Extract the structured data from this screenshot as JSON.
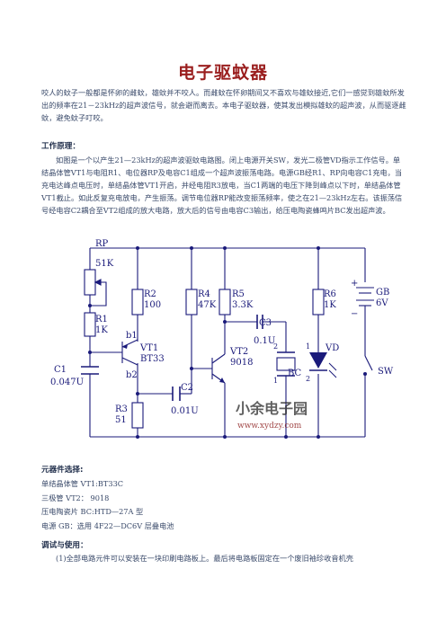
{
  "title": "电子驱蚊器",
  "intro": "咬人的蚊子一般都是怀卵的雌蚊，雄蚊并不咬人。而雌蚊在怀卵期间又不喜欢与雄蚊接近,它们一感觉到雄蚊所发出的频率在21－23kHz的超声波信号，就会避而离去。本电子驱蚊器，使其发出模拟雄蚊的超声波，从而驱逐雌蚊，避免蚊子叮咬。",
  "principle": {
    "heading": "工作原理：",
    "text": "如图是一个以产生21—23kHz的超声波驱蚊电路图。闭上电源开关SW，发光二极管VD指示工作信号。单结晶体管VT1与电阻R1、电位器RP及电容C1组成一个超声波振荡电路。电源GB经R1、RP向电容C1充电，当充电达峰点电压时，单结晶体管VT1开启，并经电阻R3放电，当C1两端的电压下降到峰点以下时，单结晶体管VT1截止。如此反复充电放电，产生振荡。调节电位器RP能改变振荡频率，使之在21—23kHz左右。该振荡信号经电容C2耦合至VT2组成的放大电路，放大后的信号由电容C3输出，给压电陶瓷蜂鸣片BC发出超声波。"
  },
  "circuit": {
    "labels": {
      "rp": "RP",
      "rp_val": "51K",
      "r1": "R1",
      "r1_val": "1K",
      "c1": "C1",
      "c1_val": "0.047U",
      "r2": "R2",
      "r2_val": "100",
      "vt1": "VT1",
      "vt1_type": "BT33",
      "b1": "b1",
      "b2": "b2",
      "r3": "R3",
      "r3_val": "51",
      "c2": "C2",
      "c2_val": "0.01U",
      "r4": "R4",
      "r4_val": "47K",
      "vt2": "VT2",
      "vt2_type": "9018",
      "r5": "R5",
      "r5_val": "3.3K",
      "c3": "C3",
      "c3_val": "0.1U",
      "bc": "BC",
      "bc_pin1": "1",
      "bc_pin2": "2",
      "r6": "R6",
      "r6_val": "1K",
      "vd": "VD",
      "vd_pin1": "1",
      "vd_pin2": "2",
      "gb": "GB",
      "gb_val": "6V",
      "plus": "+",
      "minus": "−",
      "sw": "SW"
    },
    "watermark": {
      "brand": "小余电子园",
      "url": "www.xydzy.com"
    }
  },
  "components": {
    "heading": "元器件选择:",
    "items": [
      "单结晶体管 VT1:BT33C",
      "三极管 VT2：  9018",
      "压电陶瓷片 BC:HTD—27A 型",
      "电源 GB：选用 4F22—DC6V 层叠电池"
    ]
  },
  "usage": {
    "heading": "调试与使用：",
    "text": "(1)全部电路元件可以安装在一块印刷电路板上。最后将电路板固定在一个废旧袖珍收音机壳"
  }
}
